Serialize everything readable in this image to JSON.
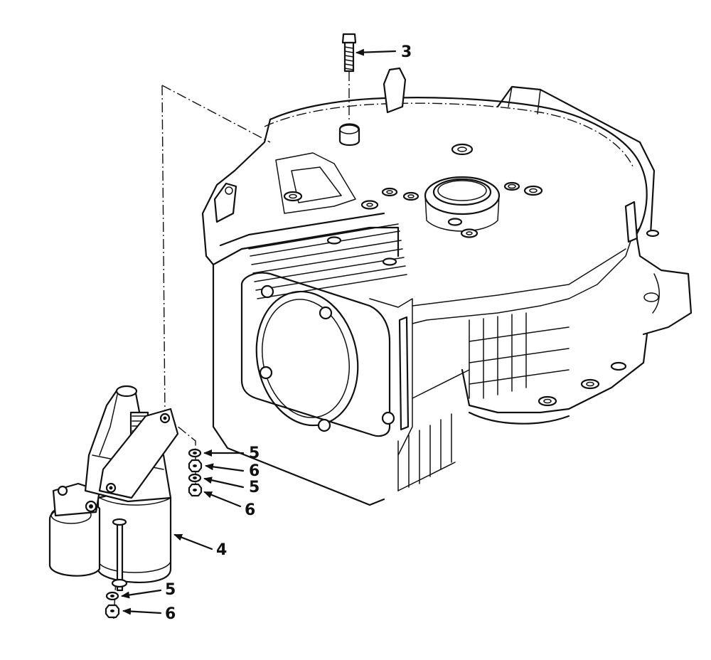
{
  "callouts": {
    "bolt": "3",
    "starter": "4",
    "washer_upper_1": "5",
    "nut_upper_1": "6",
    "washer_upper_2": "5",
    "nut_upper_2": "6",
    "washer_lower": "5",
    "nut_lower": "6"
  }
}
